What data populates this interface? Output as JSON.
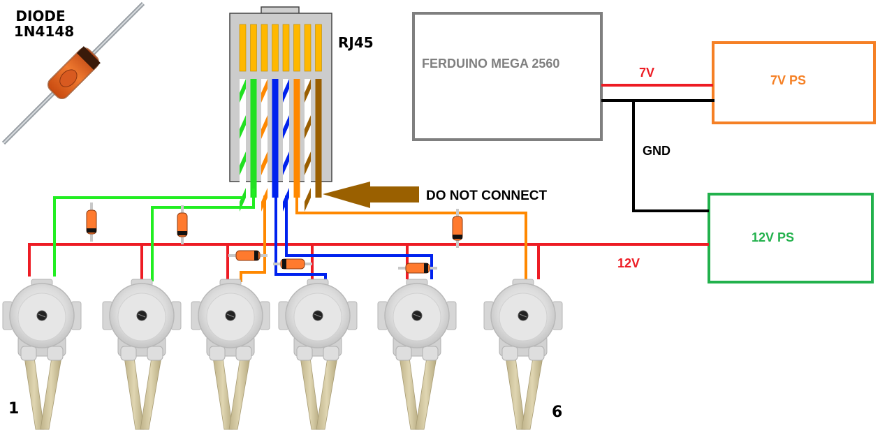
{
  "diode_callout": {
    "line1": "DIODE",
    "line2": "1N4148"
  },
  "rj45": {
    "label": "RJ45",
    "pins": [
      {
        "pin": 1,
        "wire": "white-green",
        "stripe": "#22e022"
      },
      {
        "pin": 2,
        "wire": "green",
        "stripe": "#22e022"
      },
      {
        "pin": 3,
        "wire": "white-orange",
        "stripe": "#ff8800"
      },
      {
        "pin": 4,
        "wire": "blue",
        "stripe": "#0022ee"
      },
      {
        "pin": 5,
        "wire": "white-blue",
        "stripe": "#0022ee"
      },
      {
        "pin": 6,
        "wire": "orange",
        "stripe": "#ff8800"
      },
      {
        "pin": 7,
        "wire": "white-brown",
        "stripe": "#9a5e00"
      },
      {
        "pin": 8,
        "wire": "brown",
        "stripe": "#9a5e00"
      }
    ],
    "contact_color": "#ffb800",
    "body_color": "#cccccc"
  },
  "do_not_connect": {
    "label": "DO NOT CONNECT",
    "arrow_color": "#9a6000"
  },
  "controller": {
    "label": "FERDUINO MEGA 2560",
    "color": "#7f7f7f"
  },
  "ps7": {
    "label": "7V PS",
    "color": "#f58025"
  },
  "ps12": {
    "label": "12V PS",
    "color": "#22b14c"
  },
  "wires": {
    "v7_label": "7V",
    "gnd_label": "GND",
    "v12_label": "12V",
    "red": "#ed1c24",
    "black": "#000000"
  },
  "pumps": [
    {
      "id": 1,
      "label": "1"
    },
    {
      "id": 2,
      "label": ""
    },
    {
      "id": 3,
      "label": ""
    },
    {
      "id": 4,
      "label": ""
    },
    {
      "id": 5,
      "label": ""
    },
    {
      "id": 6,
      "label": "6"
    }
  ]
}
